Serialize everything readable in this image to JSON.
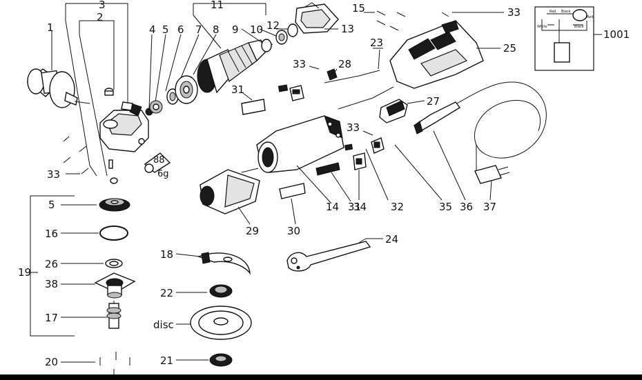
{
  "labels": {
    "l1": "1",
    "l2": "2",
    "l3": "3",
    "l4": "4",
    "l5": "5",
    "l6": "6",
    "l7": "7",
    "l8": "8",
    "l9": "9",
    "l10": "10",
    "l11": "11",
    "l12": "12",
    "l13": "13",
    "l14": "14",
    "l15": "15",
    "l16": "16",
    "l17": "17",
    "l18": "18",
    "l19": "19",
    "l20": "20",
    "l21": "21",
    "l22": "22",
    "l23": "23",
    "l24": "24",
    "l25": "25",
    "l26": "26",
    "l27": "27",
    "l28": "28",
    "l29": "29",
    "l30": "30",
    "l31a": "31",
    "l31b": "31",
    "l32": "32",
    "l33a": "33",
    "l33b": "33",
    "l33c": "33",
    "l33d": "33",
    "l34": "34",
    "l35": "35",
    "l36": "36",
    "l37": "37",
    "l38": "38",
    "l5b": "5",
    "l1001": "1001",
    "disc": "disc",
    "tube_top": "88",
    "tube_bottom": "6g"
  },
  "wiring_inset": {
    "tags": [
      "Red",
      "Black",
      "White",
      "Black",
      "Red"
    ]
  }
}
